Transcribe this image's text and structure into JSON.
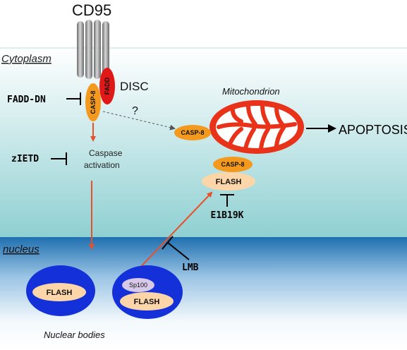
{
  "receptor": {
    "name": "CD95"
  },
  "compartments": {
    "cytoplasm": "Cytoplasm",
    "nucleus": "nucleus"
  },
  "disc": {
    "label": "DISC",
    "fadd": "FADD",
    "casp8": "CASP-8"
  },
  "inhibitors": {
    "fadd_dn": "FADD-DN",
    "zietd": "zIETD",
    "e1b19k": "E1B19K",
    "lmb": "LMB"
  },
  "caspase_activation": {
    "line1": "Caspase",
    "line2": "activation"
  },
  "question_mark": "?",
  "mitochondrion": {
    "label": "Mitochondrion",
    "casp8_left": "CASP-8",
    "casp8_bottom": "CASP-8",
    "flash": "FLASH"
  },
  "outcome": "APOPTOSIS",
  "nuclear_bodies": {
    "label": "Nuclear bodies",
    "body1_flash": "FLASH",
    "body2_sp100": "Sp100",
    "body2_flash": "FLASH"
  },
  "colors": {
    "cytoplasm_top": "#ffffff",
    "cytoplasm_bottom": "#8fd0d2",
    "nucleus_top": "#1f6fb0",
    "nucleus_bottom": "#ffffff",
    "casp8": "#f39a1e",
    "fadd": "#e01818",
    "mito": "#e8321a",
    "flash": "#fcd6a8",
    "nuclear_body": "#1430d8",
    "arrow": "#e8502a"
  }
}
